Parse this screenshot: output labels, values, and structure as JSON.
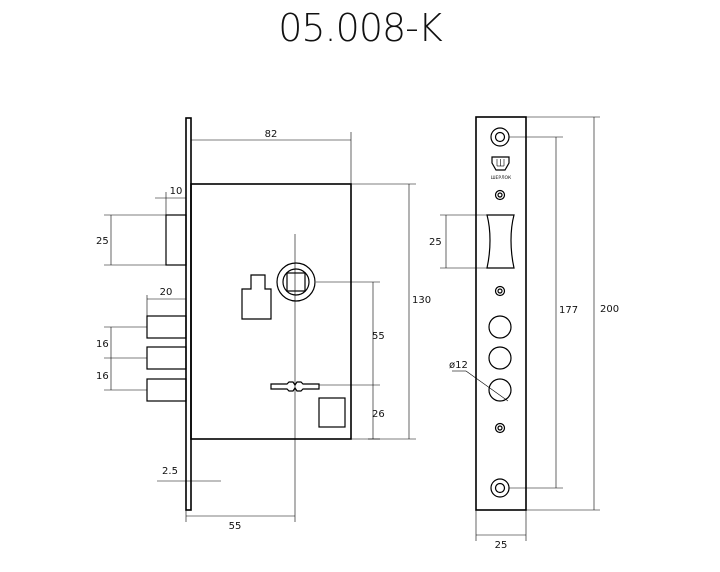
{
  "title": "05.008-K",
  "brand_label": "ШЕРЛОК",
  "dimensions": {
    "body_width": "82",
    "bolt_offset": "10",
    "latch_height": "25",
    "deadbolt_length": "20",
    "bolt_spacing_1": "16",
    "bolt_spacing_2": "16",
    "plate_thickness": "2.5",
    "backset": "55",
    "body_height": "130",
    "spindle_to_key": "55",
    "key_to_bottom": "26",
    "strike_latch": "25",
    "hole_diameter": "ø12",
    "mount_spacing": "177",
    "plate_height": "200",
    "plate_width": "25"
  }
}
